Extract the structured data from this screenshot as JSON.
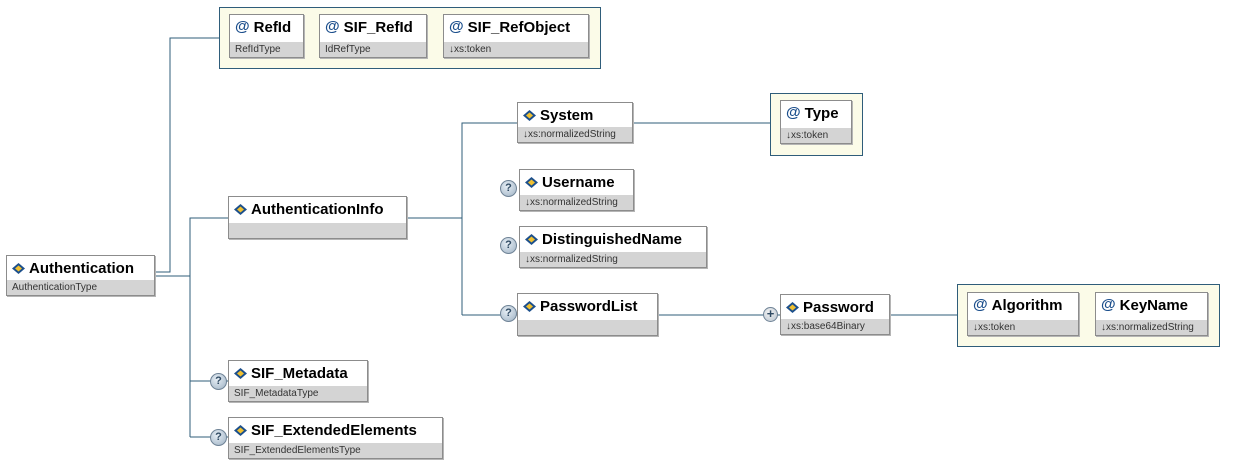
{
  "diagram": {
    "root": {
      "name": "Authentication",
      "type": "AuthenticationType"
    },
    "attributes": [
      {
        "name": "RefId",
        "type": "RefIdType"
      },
      {
        "name": "SIF_RefId",
        "type": "IdRefType"
      },
      {
        "name": "SIF_RefObject",
        "type": "↓xs:token"
      }
    ],
    "authentication_info": {
      "name": "AuthenticationInfo",
      "type": ""
    },
    "system": {
      "name": "System",
      "type": "↓xs:normalizedString"
    },
    "system_type_attr": {
      "name": "Type",
      "type": "↓xs:token"
    },
    "username": {
      "name": "Username",
      "type": "↓xs:normalizedString"
    },
    "distinguished_name": {
      "name": "DistinguishedName",
      "type": "↓xs:normalizedString"
    },
    "password_list": {
      "name": "PasswordList",
      "type": ""
    },
    "password": {
      "name": "Password",
      "type": "↓xs:base64Binary"
    },
    "password_attributes": [
      {
        "name": "Algorithm",
        "type": "↓xs:token"
      },
      {
        "name": "KeyName",
        "type": "↓xs:normalizedString"
      }
    ],
    "sif_metadata": {
      "name": "SIF_Metadata",
      "type": "SIF_MetadataType"
    },
    "sif_extended_elements": {
      "name": "SIF_ExtendedElements",
      "type": "SIF_ExtendedElementsType"
    },
    "badges": {
      "optional": "?",
      "repeating": "+"
    },
    "icons": {
      "element": "element-icon",
      "attribute": "@"
    },
    "colors": {
      "connector": "#2f5d7a",
      "type_bar": "#d4d4d4",
      "group_bg": "#fbfbe8"
    }
  }
}
